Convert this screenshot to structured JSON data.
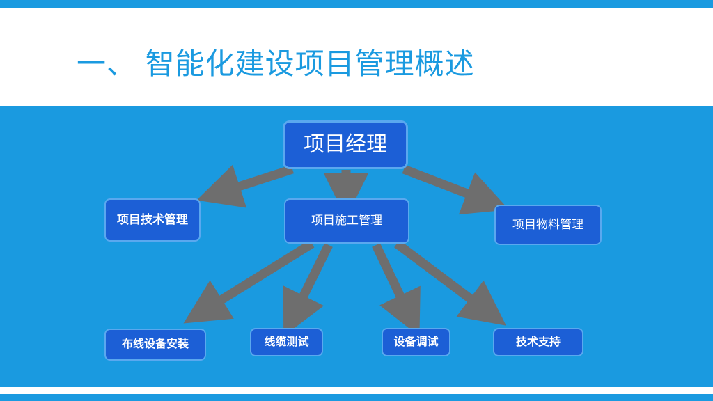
{
  "slide": {
    "title": "一、 智能化建设项目管理概述",
    "colors": {
      "accent": "#1a9ae0",
      "node_fill": "#1c5fd6",
      "node_border": "#5aa8ef",
      "arrow": "#6e6e6e",
      "title_text": "#1a9ae0"
    }
  },
  "diagram": {
    "type": "org-chart",
    "root": {
      "label": "项目经理"
    },
    "level2": [
      {
        "label": "项目技术管理"
      },
      {
        "label": "项目施工管理"
      },
      {
        "label": "项目物料管理"
      }
    ],
    "level3": [
      {
        "label": "布线设备安装"
      },
      {
        "label": "线缆测试"
      },
      {
        "label": "设备调试"
      },
      {
        "label": "技术支持"
      }
    ],
    "connections": [
      {
        "from": "项目经理",
        "to": "项目技术管理"
      },
      {
        "from": "项目经理",
        "to": "项目施工管理"
      },
      {
        "from": "项目经理",
        "to": "项目物料管理"
      },
      {
        "from": "项目施工管理",
        "to": "布线设备安装"
      },
      {
        "from": "项目施工管理",
        "to": "线缆测试"
      },
      {
        "from": "项目施工管理",
        "to": "设备调试"
      },
      {
        "from": "项目施工管理",
        "to": "技术支持"
      }
    ]
  }
}
